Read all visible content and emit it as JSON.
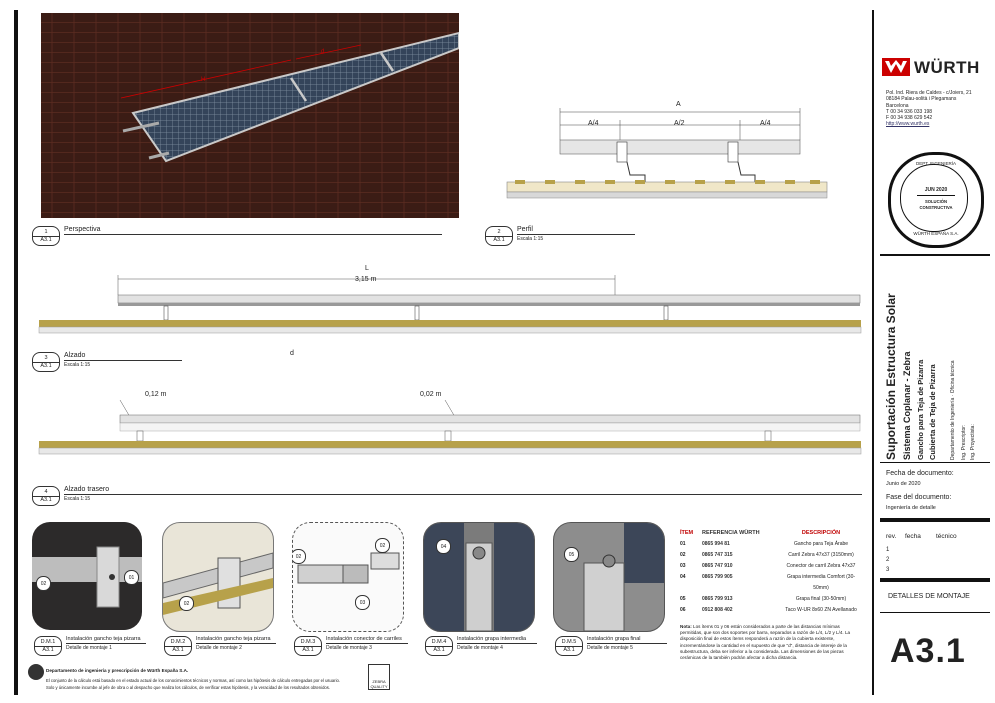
{
  "views": {
    "perspective": {
      "num": "1",
      "sheet": "A3.1",
      "title": "Perspectiva",
      "sub": ""
    },
    "profile": {
      "num": "2",
      "sheet": "A3.1",
      "title": "Perfil",
      "sub": "Escala 1:15"
    },
    "elevation": {
      "num": "3",
      "sheet": "A3.1",
      "title": "Alzado",
      "sub": "Escala 1:15"
    },
    "rear": {
      "num": "4",
      "sheet": "A3.1",
      "title": "Alzado trasero",
      "sub": "Escala 1:15"
    }
  },
  "dims": {
    "A": "A",
    "A4a": "A/4",
    "A2": "A/2",
    "A4b": "A/4",
    "L": "L",
    "len": "3,15 m",
    "d": "d",
    "gap1": "0,12 m",
    "gap2": "0,02 m"
  },
  "details": [
    {
      "num": "D.M.1",
      "sheet": "A3.1",
      "title": "Instalación gancho teja pizarra",
      "sub": "Detalle de montaje 1",
      "callouts": [
        "01",
        "02"
      ]
    },
    {
      "num": "D.M.2",
      "sheet": "A3.1",
      "title": "Instalación gancho teja pizarra",
      "sub": "Detalle de montaje 2",
      "callouts": [
        "02"
      ]
    },
    {
      "num": "D.M.3",
      "sheet": "A3.1",
      "title": "Instalación conector de carriles",
      "sub": "Detalle de montaje 3",
      "callouts": [
        "02",
        "02",
        "03"
      ]
    },
    {
      "num": "D.M.4",
      "sheet": "A3.1",
      "title": "Instalación grapa intermedia",
      "sub": "Detalle de montaje 4",
      "callouts": [
        "04"
      ]
    },
    {
      "num": "D.M.5",
      "sheet": "A3.1",
      "title": "Instalación grapa final",
      "sub": "Detalle de montaje 5",
      "callouts": [
        "05"
      ]
    }
  ],
  "items_table": {
    "headers": [
      "ÍTEM",
      "REFERENCIA WÜRTH",
      "DESCRIPCIÓN"
    ],
    "rows": [
      [
        "01",
        "0865 994 81",
        "Gancho para Teja Árabe"
      ],
      [
        "02",
        "0865 747 315",
        "Carril Zebra 47x37 (3150mm)"
      ],
      [
        "03",
        "0865 747 910",
        "Conector de carril Zebra 47x37"
      ],
      [
        "04",
        "0865 799 905",
        "Grapa intermedia Comfort (30-50mm)"
      ],
      [
        "05",
        "0865 799 913",
        "Grapa final (30-50mm)"
      ],
      [
        "06",
        "0912 808 402",
        "Taco W-UR 8x60 ZN Avellanado"
      ]
    ],
    "note_label": "Nota:",
    "note": "Los ítems 01 y 06 están considerados a parte de las distancias mínimas permitidas, que son dos soportes por barra, separados a razón de L/4, L/2 y L/4. La disposición final de estos ítems responderá a razón de la cubierta existente, incrementándose la cantidad en el supuesto de que \"d\", distancia de intereje de la subestructura, deba ser inferior a la considerada. Las dimensiones de las piezas cerámicas de la también podrán afectar a dicha distancia."
  },
  "footer": {
    "dept": "Departamento de ingeniería y prescripción de Würth España S.A.",
    "disclaimer1": "El conjunto de la cálculo está basado en el estado actual de los conocimientos técnicos y normas, así como las hipótesis de cálculo entregadas por el usuario.",
    "disclaimer2": "Solo y únicamente incumbe al jefe de obra o al despacho que realiza los cálculos, de verificar estas hipótesis, y la veracidad de los resultados obtenidos.",
    "zebra": "ZEBRA QUALITY"
  },
  "company": {
    "brand": "WÜRTH",
    "address1": "Pol. Ind. Riera de Caldes - c/Joiers, 21",
    "address2": "08184 Palau-solità i Plegamans",
    "address3": "Barcelona",
    "phone": "T 00 34 936 033 198",
    "fax": "F 00 34 938 629 542",
    "web": "http://www.wurth.es"
  },
  "stamp": {
    "top": "DEPT. INGENIERÍA",
    "date": "JUN 2020",
    "line1": "SOLUCIÓN",
    "line2": "CONSTRUCTIVA",
    "bottom": "WÜRTH ESPAÑA S.A."
  },
  "project": {
    "title": "Suportación Estructura Solar",
    "line2": "Sistema Coplanar - Zebra",
    "line3": "Gancho para Teja de Pizarra",
    "line4": "Cubierta de Teja de Pizarra",
    "dept": "Departamento de Ingeniería · Oficina técnica",
    "ing1": "Ing. Prescriptor:",
    "ing2": "Ing. Proyectista:"
  },
  "doc": {
    "date_label": "Fecha de documento:",
    "date_value": "Junio de 2020",
    "phase_label": "Fase del documento:",
    "phase_value": "Ingeniería de detalle",
    "rev_label": "rev.",
    "fecha_label": "fecha",
    "tecnico_label": "técnico",
    "revs": [
      "1",
      "2",
      "3"
    ],
    "section": "DETALLES DE MONTAJE",
    "sheet": "A3.1"
  },
  "colors": {
    "red": "#cc0000",
    "roof": "#3a1b14",
    "panel": "#2e3a4a",
    "wood": "#b7a14a"
  }
}
